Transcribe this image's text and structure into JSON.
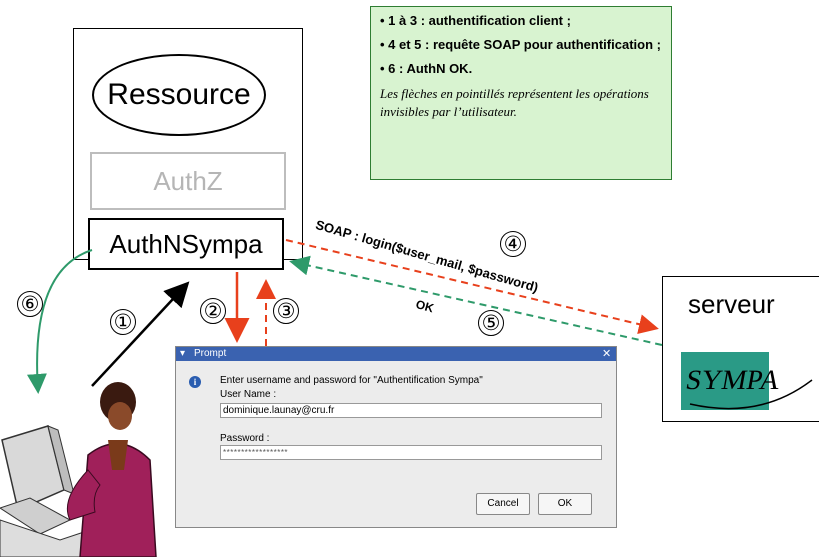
{
  "diagram": {
    "ressource_label": "Ressource",
    "authz_label": "AuthZ",
    "authn_label": "AuthNSympa",
    "server_label": "serveur",
    "sympa_logo_text": "SYMPA",
    "soap_label": "SOAP : login($user_mail, $password)",
    "ok_label": "OK",
    "steps": [
      "①",
      "②",
      "③",
      "④",
      "⑤",
      "⑥"
    ]
  },
  "legend": {
    "items": [
      "• 1 à 3 :  authentification client ;",
      "• 4 et 5 : requête SOAP pour authentification ;",
      "• 6 : AuthN OK."
    ],
    "note": "Les flèches en pointillés représentent les opérations invisibles par l’utilisateur."
  },
  "dialog": {
    "title": "Prompt",
    "message": "Enter username and password for \"Authentification Sympa\"",
    "username_label": "User Name :",
    "username_value": "dominique.launay@cru.fr",
    "password_label": "Password :",
    "password_value": "******************",
    "cancel_label": "Cancel",
    "ok_label": "OK"
  },
  "colors": {
    "red_arrow": "#e8401c",
    "green_arrow": "#2e9a6a",
    "legend_bg": "#d8f3d0",
    "sympa_teal": "#2a9a86"
  },
  "icons": {
    "info": "info-icon",
    "close": "close-icon",
    "chevron": "chevron-down-icon"
  }
}
